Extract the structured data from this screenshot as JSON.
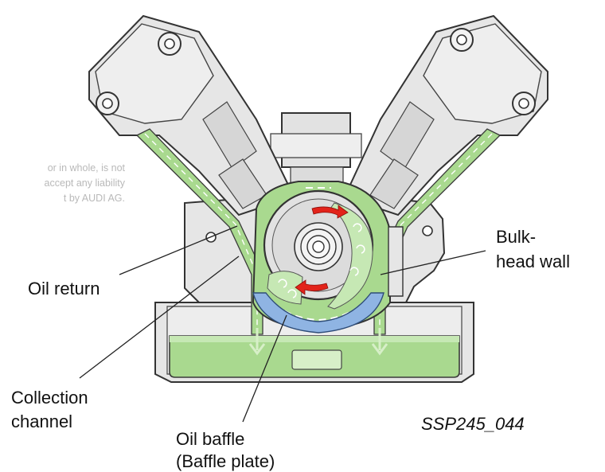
{
  "watermark": {
    "line1": "or in whole, is not",
    "line2": "accept any liability",
    "line3": "t by AUDI AG."
  },
  "labels": {
    "oil_return": "Oil return",
    "collection_1": "Collection",
    "collection_2": "channel",
    "bulkhead_1": "Bulk-",
    "bulkhead_2": "head wall",
    "baffle_1": "Oil baffle",
    "baffle_2": "(Baffle plate)",
    "code": "SSP245_044"
  },
  "colors": {
    "metal": "#e6e6e6",
    "metal_dark": "#c8c8c8",
    "outline": "#333333",
    "oil_green": "#a9d98f",
    "oil_green_dark": "#8fca74",
    "baffle_blue": "#8fb4e3",
    "arrow_red": "#e2231a"
  }
}
